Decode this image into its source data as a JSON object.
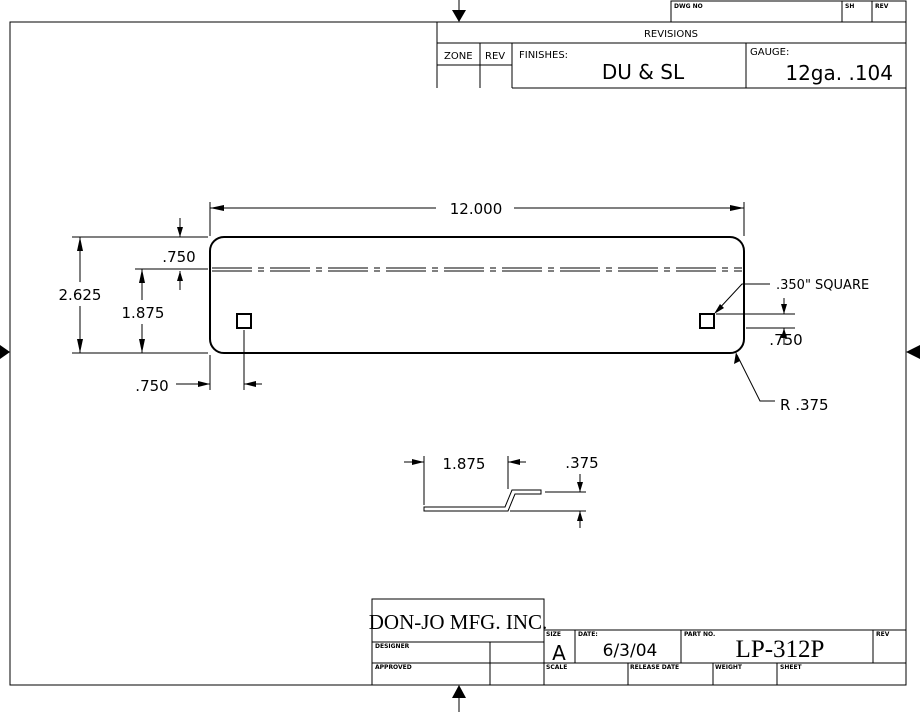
{
  "title_top": {
    "dwg_no_label": "DWG NO",
    "sh_label": "SH",
    "rev_label": "REV"
  },
  "revisions": {
    "title": "REVISIONS",
    "zone_label": "ZONE",
    "rev_label": "REV",
    "finishes_label": "FINISHES:",
    "finishes_value": "DU & SL",
    "gauge_label": "GAUGE:",
    "gauge_value": "12ga. .104"
  },
  "dimensions": {
    "length": "12.000",
    "height": "2.625",
    "hole_height": "1.875",
    "bend_offset": ".750",
    "hole_edge_left": ".750",
    "hole_size": ".350\" SQUARE",
    "hole_edge_right": ".750",
    "corner_radius": "R .375",
    "side_length": "1.875",
    "side_offset": ".375"
  },
  "title_block": {
    "company": "DON-JO MFG. INC.",
    "designer_label": "DESIGNER",
    "approved_label": "APPROVED",
    "size_label": "SIZE",
    "size_value": "A",
    "date_label": "DATE:",
    "date_value": "6/3/04",
    "part_no_label": "PART NO.",
    "part_no_value": "LP-312P",
    "rev_label": "REV",
    "scale_label": "SCALE",
    "release_date_label": "RELEASE DATE",
    "weight_label": "WEIGHT",
    "sheet_label": "SHEET"
  }
}
